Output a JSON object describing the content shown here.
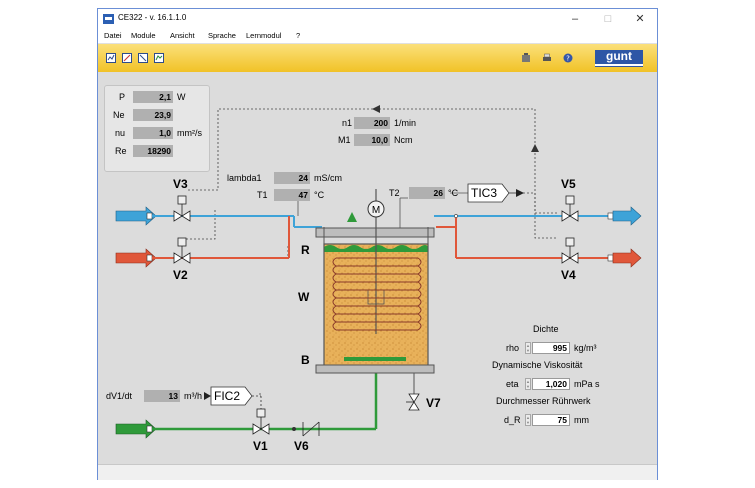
{
  "window": {
    "title": "CE322 - v. 16.1.1.0",
    "minimize": "–",
    "maximize": "□",
    "close": "✕",
    "accent": "#6b8fd6"
  },
  "menu": [
    "Datei",
    "Module",
    "Ansicht",
    "Sprache",
    "Lernmodul",
    "?"
  ],
  "toolbar": {
    "left_icons": [
      "chart-icon-1",
      "chart-icon-2",
      "chart-icon-3",
      "chart-icon-4"
    ],
    "right_icons": [
      "device-icon",
      "print-icon",
      "help-icon"
    ],
    "logo": "gunt",
    "color": "#f1c227"
  },
  "info": [
    {
      "label": "P",
      "value": "2,1",
      "unit": "W"
    },
    {
      "label": "Ne",
      "value": "23,9",
      "unit": ""
    },
    {
      "label": "nu",
      "value": "1,0",
      "unit": "mm²/s"
    },
    {
      "label": "Re",
      "value": "18290",
      "unit": ""
    }
  ],
  "stirrer": {
    "n1_label": "n1",
    "n1_value": "200",
    "n1_unit": "1/min",
    "m1_label": "M1",
    "m1_value": "10,0",
    "m1_unit": "Ncm",
    "motor": "M"
  },
  "lambda": {
    "label": "lambda1",
    "value": "24",
    "unit": "mS/cm"
  },
  "t1": {
    "label": "T1",
    "value": "47",
    "unit": "°C"
  },
  "t2": {
    "label": "T2",
    "value": "26",
    "unit": "°C"
  },
  "controllers": {
    "tic": "TIC3",
    "fic": "FIC2"
  },
  "flow": {
    "label": "dV1/dt",
    "value": "13",
    "unit": "m³/h"
  },
  "valves": {
    "v1": "V1",
    "v2": "V2",
    "v3": "V3",
    "v4": "V4",
    "v5": "V5",
    "v6": "V6",
    "v7": "V7"
  },
  "tank_labels": {
    "r": "R",
    "w": "W",
    "b": "B"
  },
  "params": {
    "density_title": "Dichte",
    "rho_label": "rho",
    "rho_value": "995",
    "rho_unit": "kg/m³",
    "viscosity_title": "Dynamische Viskosität",
    "eta_label": "eta",
    "eta_value": "1,020",
    "eta_unit": "mPa s",
    "diameter_title": "Durchmesser Rührwerk",
    "dr_label": "d_R",
    "dr_value": "75",
    "dr_unit": "mm"
  },
  "colors": {
    "cold_water": "#3ea3d8",
    "hot_water": "#e0573a",
    "feed": "#2f9a3a",
    "tank_fill": "#e8b15a",
    "coil": "#8a3a2a"
  }
}
